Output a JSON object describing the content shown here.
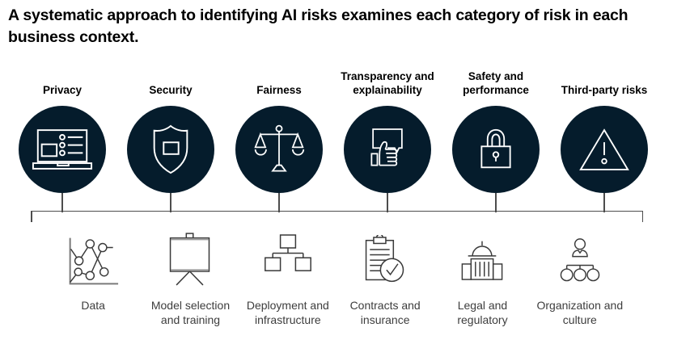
{
  "title": "A systematic approach to identifying AI risks examines each category of risk in each business context.",
  "colors": {
    "circle_fill": "#051c2c",
    "circle_icon_stroke": "#ffffff",
    "connector_line": "#4d4d4d",
    "bottom_icon_stroke": "#3a3a3a",
    "title_color": "#000000",
    "bottom_label_color": "#3d3d3d"
  },
  "risk_categories": [
    {
      "label": "Privacy",
      "icon": "laptop-checklist-icon"
    },
    {
      "label": "Security",
      "icon": "shield-icon"
    },
    {
      "label": "Fairness",
      "icon": "balance-scale-icon"
    },
    {
      "label": "Transparency and explainability",
      "icon": "hand-holding-sign-icon"
    },
    {
      "label": "Safety and performance",
      "icon": "padlock-icon"
    },
    {
      "label": "Third-party risks",
      "icon": "warning-triangle-icon"
    }
  ],
  "business_contexts": [
    {
      "label": "Data",
      "icon": "data-chart-icon"
    },
    {
      "label": "Model selection and training",
      "icon": "easel-board-icon"
    },
    {
      "label": "Deployment and infrastructure",
      "icon": "network-boxes-icon"
    },
    {
      "label": "Contracts and insurance",
      "icon": "clipboard-check-icon"
    },
    {
      "label": "Legal and regulatory",
      "icon": "government-building-icon"
    },
    {
      "label": "Organization and culture",
      "icon": "org-chart-people-icon"
    }
  ]
}
